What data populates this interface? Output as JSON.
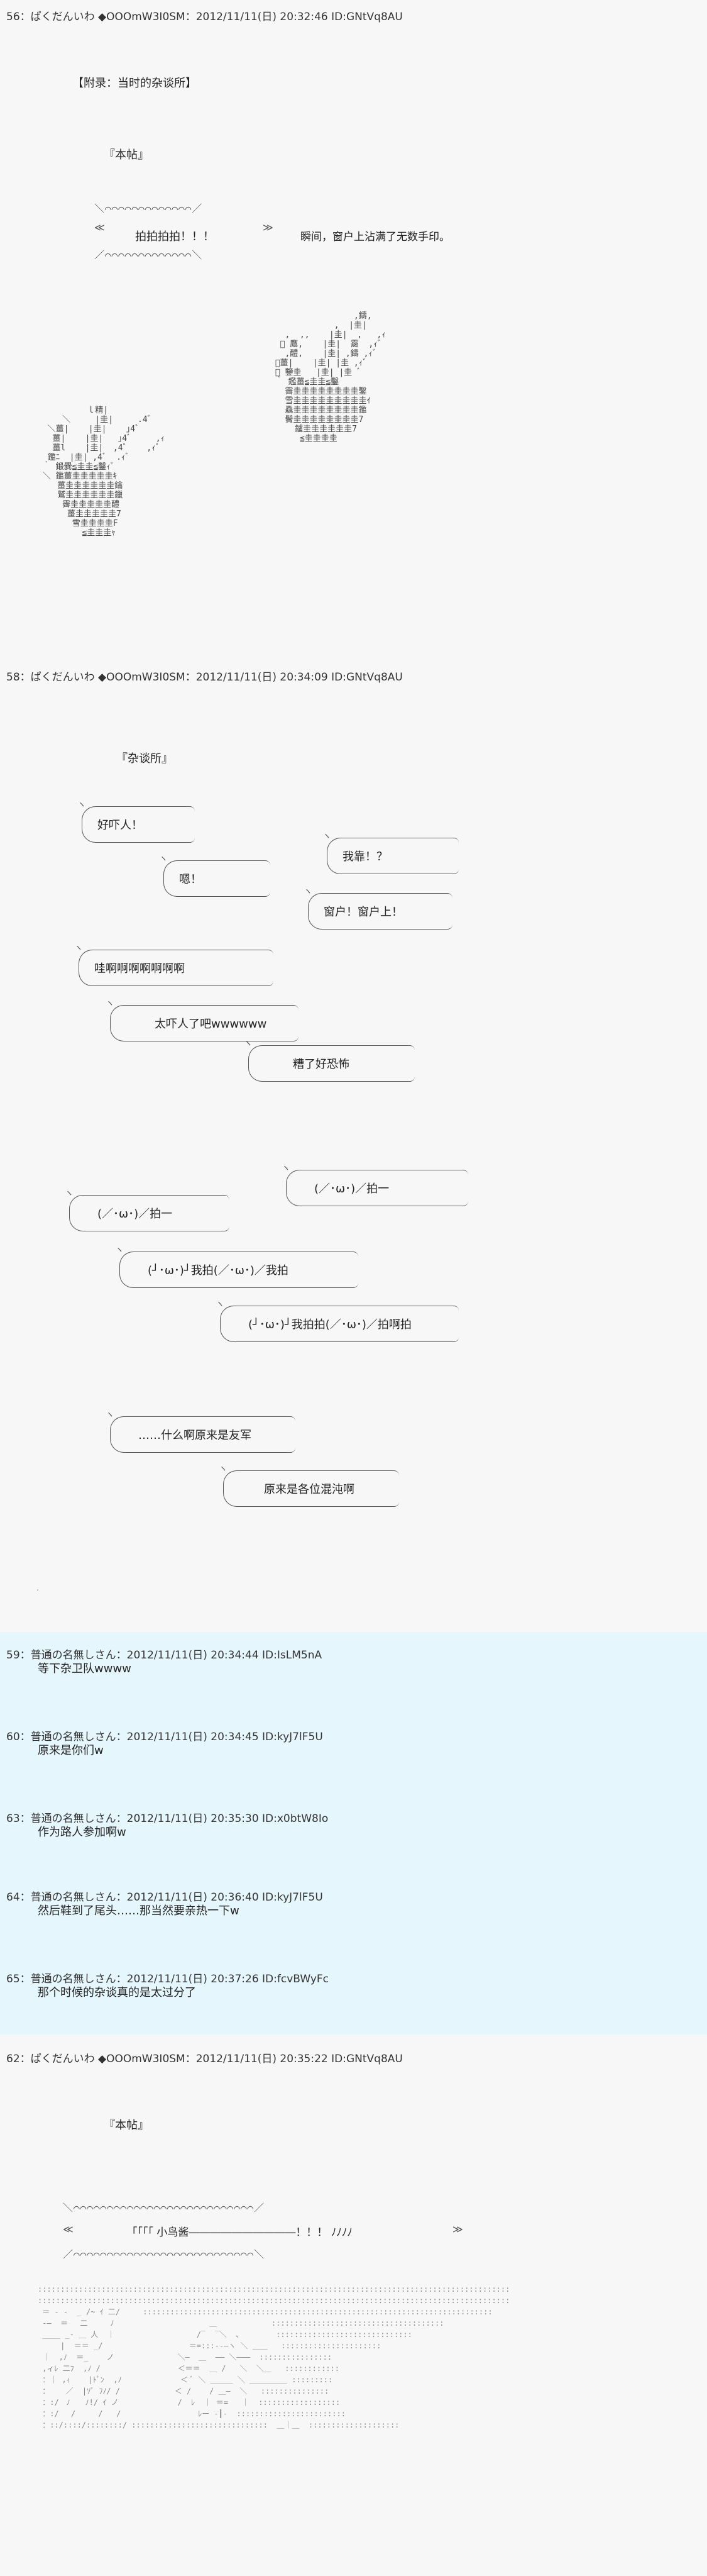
{
  "post56": {
    "header": "56：ぱくだんいわ ◆OOOmW3I0SM：2012/11/11(日) 20:32:46 ID:GNtVq8AU",
    "appendix": "【附录：当时的杂谈所】",
    "thread": "『本帖』",
    "shout": "拍拍拍拍！！！",
    "narration": "瞬间，窗户上沾满了无数手印。"
  },
  "post58": {
    "header": "58：ぱくだんいわ ◆OOOmW3I0SM：2012/11/11(日) 20:34:09 ID:GNtVq8AU",
    "title": "『杂谈所』",
    "bubbles": {
      "b1": "好吓人！",
      "b2": "嗯！",
      "b3": "我靠！？",
      "b4": "窗户！窗户上！",
      "b5": "哇啊啊啊啊啊啊啊",
      "b6": "太吓人了吧wwwwww",
      "b7": "糟了好恐怖",
      "b8": "(／･ω･)／拍一",
      "b9": "(／･ω･)／拍一",
      "b10": "(┘･ω･)┘我拍(／･ω･)／我拍",
      "b11": "(┘･ω･)┘我拍拍(／･ω･)／拍啊拍",
      "b12": "……什么啊原来是友军",
      "b13": "原来是各位混沌啊"
    }
  },
  "replies": [
    {
      "header": "59：普通の名無しさん：2012/11/11(日) 20:34:44 ID:IsLM5nA",
      "body": "等下杂卫队wwww"
    },
    {
      "header": "60：普通の名無しさん：2012/11/11(日) 20:34:45 ID:kyJ7lF5U",
      "body": "原来是你们w"
    },
    {
      "header": "63：普通の名無しさん：2012/11/11(日) 20:35:30 ID:x0btW8Io",
      "body": "作为路人参加啊w"
    },
    {
      "header": "64：普通の名無しさん：2012/11/11(日) 20:36:40 ID:kyJ7lF5U",
      "body": "然后鞋到了尾头……那当然要亲热一下w"
    },
    {
      "header": "65：普通の名無しさん：2012/11/11(日) 20:37:26 ID:fcvBWyFc",
      "body": "那个时候的杂谈真的是太过分了"
    }
  ],
  "post62": {
    "header": "62：ぱくだんいわ ◆OOOmW3I0SM：2012/11/11(日) 20:35:22 ID:GNtVq8AU",
    "thread": "『本帖』",
    "shout": "｢｢｢｢  小鸟酱――――――――――！！！  ﾉﾉﾉﾉ"
  }
}
